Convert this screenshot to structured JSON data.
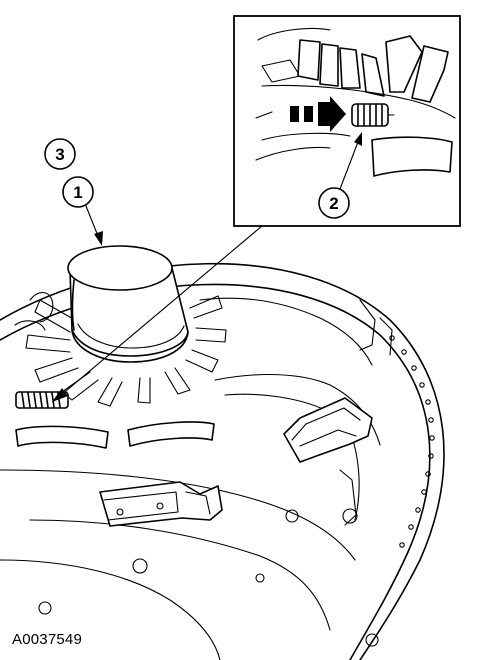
{
  "figure_id": "A0037549",
  "callouts": {
    "c1": "1",
    "c2": "2",
    "c3": "3"
  }
}
